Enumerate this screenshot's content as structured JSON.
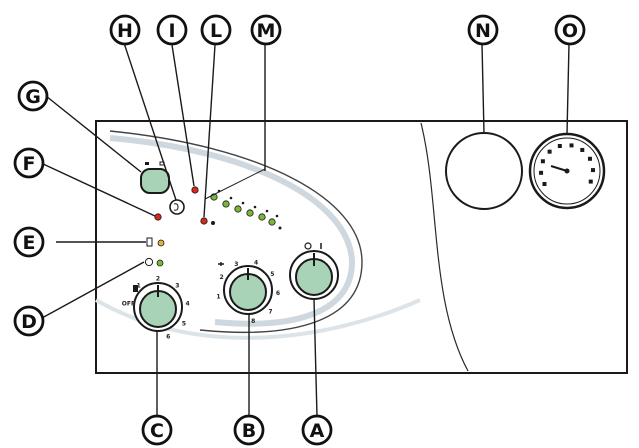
{
  "callouts": [
    {
      "id": "A",
      "label": "A"
    },
    {
      "id": "B",
      "label": "B"
    },
    {
      "id": "C",
      "label": "C"
    },
    {
      "id": "D",
      "label": "D"
    },
    {
      "id": "E",
      "label": "E"
    },
    {
      "id": "F",
      "label": "F"
    },
    {
      "id": "G",
      "label": "G"
    },
    {
      "id": "H",
      "label": "H"
    },
    {
      "id": "I",
      "label": "I"
    },
    {
      "id": "L",
      "label": "L"
    },
    {
      "id": "M",
      "label": "M"
    },
    {
      "id": "N",
      "label": "N"
    },
    {
      "id": "O",
      "label": "O"
    }
  ],
  "dial_c_marks": [
    "OFF",
    "1",
    "2",
    "3",
    "4",
    "5",
    "6"
  ],
  "dial_b_marks": [
    "1",
    "2",
    "3",
    "4",
    "5",
    "6",
    "7",
    "8"
  ],
  "colors": {
    "panel": "#ffffff",
    "outline": "#1a1a1a",
    "knob_fill": "#a9d3b6",
    "led_red": "#d6281e",
    "led_green": "#7ab63a",
    "led_yellow": "#e0b23a",
    "swoosh": "#cfd8de"
  }
}
